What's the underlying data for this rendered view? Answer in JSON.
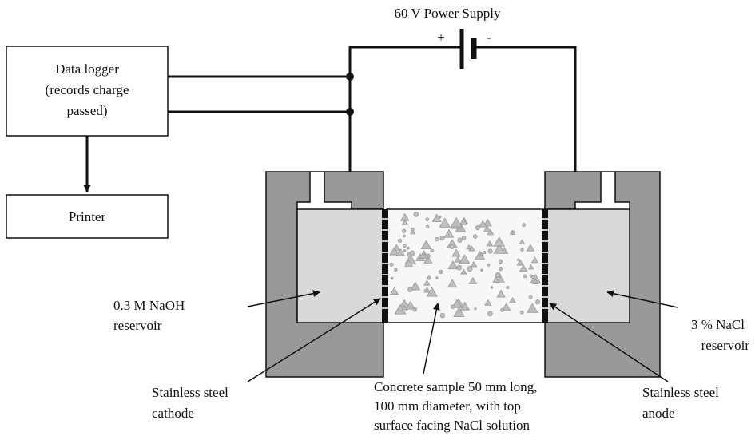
{
  "power_supply": {
    "label": "60 V Power Supply",
    "plus": "+",
    "minus": "-"
  },
  "data_logger": {
    "line1": "Data logger",
    "line2": "(records charge",
    "line3": "passed)"
  },
  "printer": {
    "label": "Printer"
  },
  "naoh": {
    "line1": "0.3  M  NaOH",
    "line2": "reservoir"
  },
  "nacl": {
    "line1": "3 % NaCl",
    "line2": "reservoir"
  },
  "cathode": {
    "line1": "Stainless steel",
    "line2": "cathode"
  },
  "anode": {
    "line1": "Stainless steel",
    "line2": "anode"
  },
  "sample": {
    "line1": "Concrete sample 50 mm long,",
    "line2": "100  mm  diameter,  with  top",
    "line3": "surface facing NaCl solution"
  }
}
